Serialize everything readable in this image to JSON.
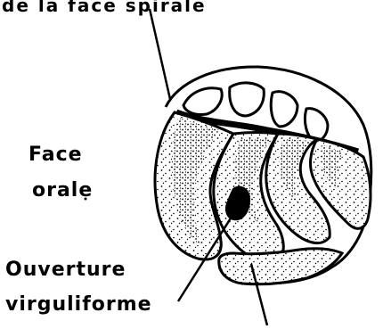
{
  "labels": {
    "top": "de la face spirale",
    "face_line1": "Face",
    "face_line2": "orale",
    "ouverture_line1": "Ouverture",
    "ouverture_line2": "virguliforme"
  },
  "colors": {
    "ink": "#000000",
    "paper": "#ffffff"
  }
}
